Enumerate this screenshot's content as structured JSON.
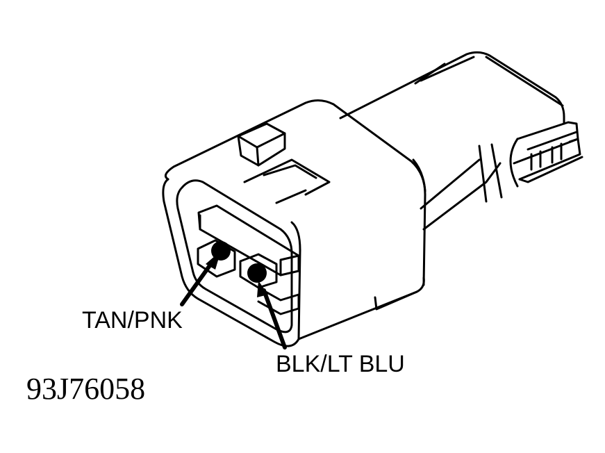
{
  "diagram": {
    "subject": "two-pin electrical connector",
    "wires": [
      {
        "label": "TAN/PNK",
        "pin": "left"
      },
      {
        "label": "BLK/LT BLU",
        "pin": "right"
      }
    ],
    "figure_id": "93J76058"
  }
}
